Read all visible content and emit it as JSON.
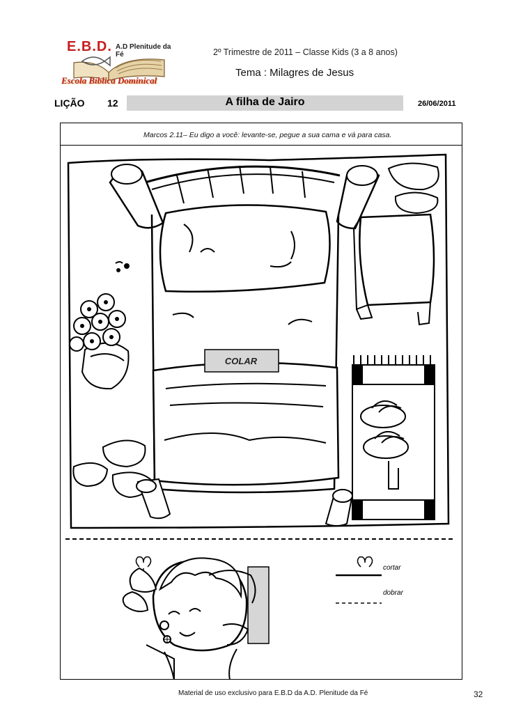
{
  "header": {
    "logo": {
      "ebd": "E.B.D.",
      "church": "A.D Plenitude da Fé",
      "school": "Escola Bíblica Dominical"
    },
    "trimestre": "2º Trimestre de 2011 – Classe Kids (3 a 8 anos)",
    "tema": "Tema : Milagres de Jesus"
  },
  "lesson": {
    "label": "LIÇÃO",
    "number": "12",
    "title": "A filha de Jairo",
    "date": "26/06/2011"
  },
  "verse": "Marcos 2.11– Eu digo a você: levante-se, pegue a sua cama e vá para casa.",
  "activity": {
    "colar_label": "COLAR",
    "cortar_label": "cortar",
    "dobrar_label": "dobrar"
  },
  "footer": {
    "text": "Material de uso exclusivo para E.B.D da A.D. Plenitude da Fé",
    "page": "32"
  },
  "colors": {
    "title_bar": "#d3d3d3",
    "logo_red": "#c41e1e"
  }
}
